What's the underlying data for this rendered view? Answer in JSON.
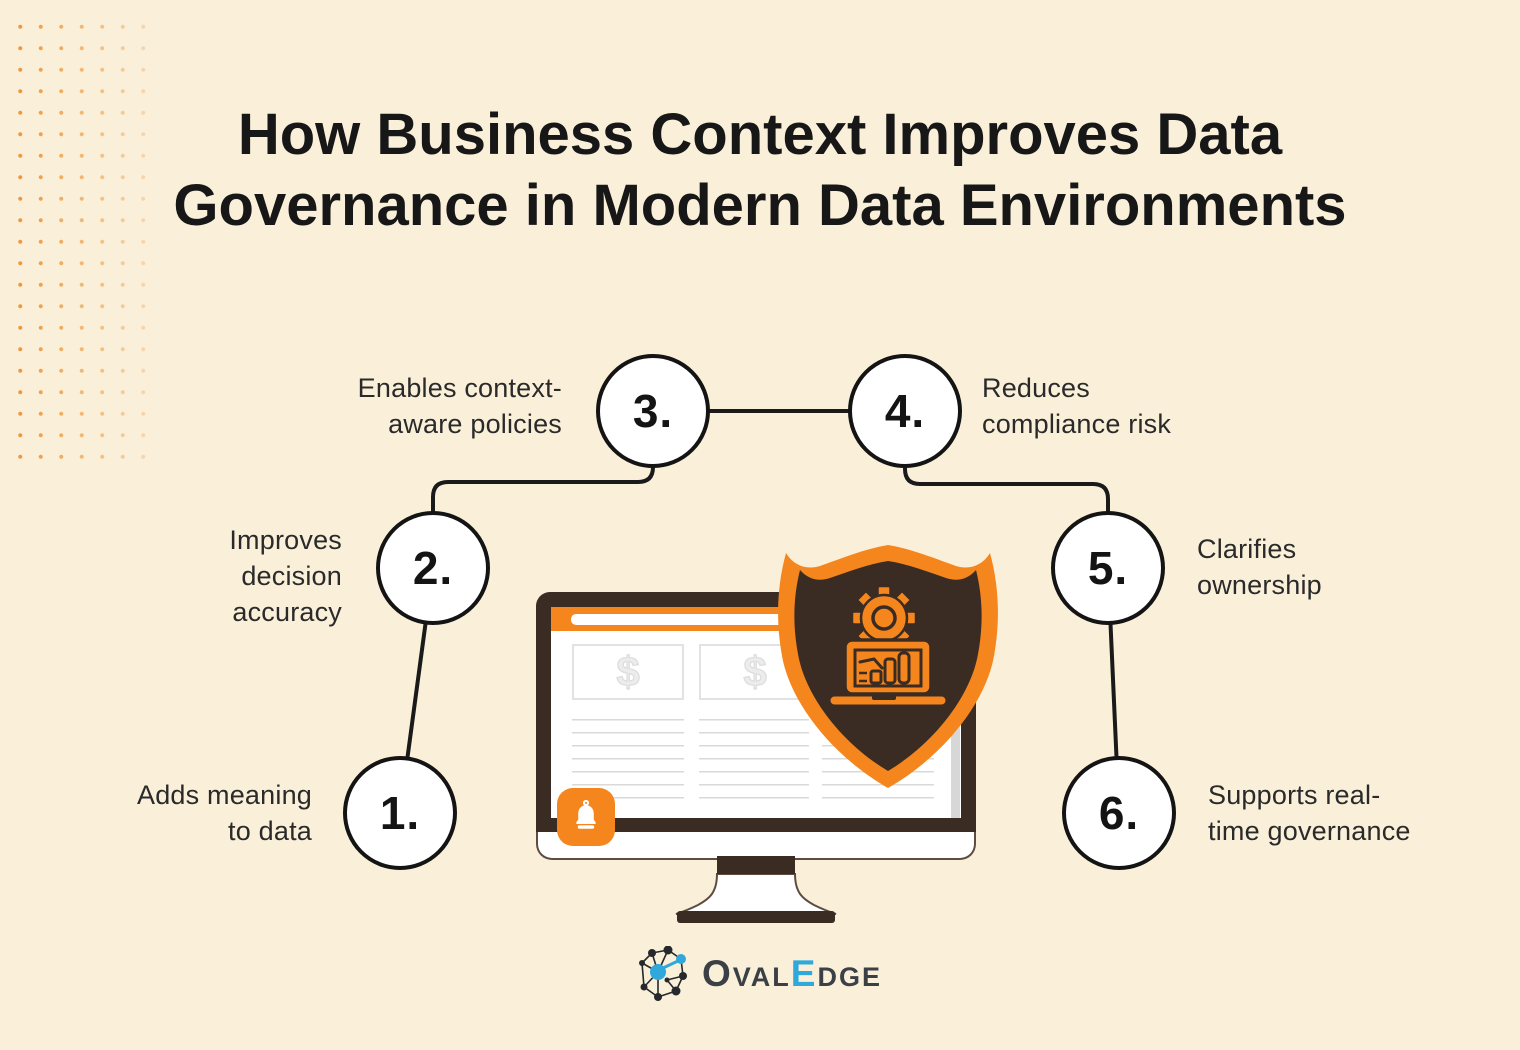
{
  "title": {
    "line1": "How Business Context Improves Data",
    "line2": "Governance in Modern Data Environments"
  },
  "steps": [
    {
      "number": "1.",
      "label": "Adds meaning\nto data",
      "side": "left"
    },
    {
      "number": "2.",
      "label": "Improves\ndecision\naccuracy",
      "side": "left"
    },
    {
      "number": "3.",
      "label": "Enables context-\naware policies",
      "side": "left"
    },
    {
      "number": "4.",
      "label": "Reduces\ncompliance risk",
      "side": "right"
    },
    {
      "number": "5.",
      "label": "Clarifies\nownership",
      "side": "right"
    },
    {
      "number": "6.",
      "label": "Supports real-\ntime governance",
      "side": "right"
    }
  ],
  "illustration": {
    "dollar_sign": "$",
    "icons": [
      "monitor-icon",
      "browser-window-icon",
      "dollar-icon",
      "bell-icon",
      "shield-icon",
      "gear-icon",
      "laptop-chart-icon",
      "dot-grid-pattern"
    ]
  },
  "logo": {
    "o": "O",
    "val": "VAL",
    "e": "E",
    "dge": "DGE"
  },
  "colors": {
    "background": "#FAF0DA",
    "accent_orange": "#F5861D",
    "dark_brown": "#3A2B23",
    "circle_border": "#141414",
    "text_dark": "#2A2A2A",
    "line_gray": "#D9D9D9",
    "logo_dark": "#3B4046",
    "logo_blue": "#2FA8DB"
  }
}
